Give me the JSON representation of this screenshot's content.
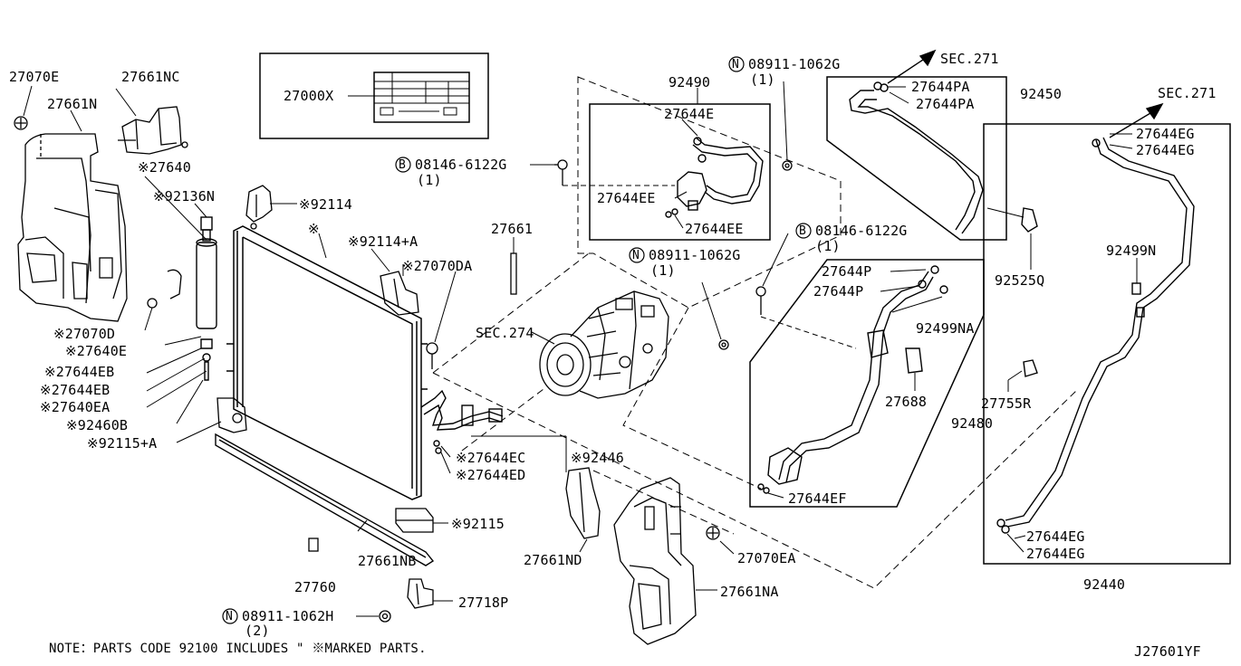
{
  "diagram": {
    "labels": {
      "p27070E": "27070E",
      "p27661N": "27661N",
      "p27661NC": "27661NC",
      "p27640": "※27640",
      "p92136N": "※92136N",
      "p92114": "※92114",
      "p27070D": "※27070D",
      "p27640E": "※27640E",
      "p27644EB_1": "※27644EB",
      "p27644EB_2": "※27644EB",
      "p27640EA": "※27640EA",
      "p92460B": "※92460B",
      "p92115A": "※92115+A",
      "p92114A": "※92114+A",
      "p27070DA": "※27070DA",
      "p27000X": "27000X",
      "p92490": "92490",
      "p27644E": "27644E",
      "p27644EE_1": "27644EE",
      "p27644EE_2": "27644EE",
      "b08146_top": "08146-6122G",
      "b08146_top_qty": "(1)",
      "n08911_top": "08911-1062G",
      "n08911_top_qty": "(1)",
      "p27661": "27661",
      "n08911_mid": "08911-1062G",
      "n08911_mid_qty": "(1)",
      "sec274": "SEC.274",
      "p27644EC": "※27644EC",
      "p92446": "※92446",
      "p27644ED": "※27644ED",
      "p92115": "※92115",
      "p27661NB": "27661NB",
      "p27760": "27760",
      "n08911_bot": "08911-1062H",
      "n08911_bot_qty": "(2)",
      "p27718P": "27718P",
      "p27661ND": "27661ND",
      "p27070EA": "27070EA",
      "p27661NA": "27661NA",
      "sec271_top": "SEC.271",
      "p27644PA_1": "27644PA",
      "p27644PA_2": "27644PA",
      "p92450": "92450",
      "b08146_mid": "08146-6122G",
      "b08146_mid_qty": "(1)",
      "p27644P_1": "27644P",
      "p27644P_2": "27644P",
      "p92499NA": "92499NA",
      "p27688": "27688",
      "p92480": "92480",
      "p27644EF": "27644EF",
      "p92525Q": "92525Q",
      "sec271_right": "SEC.271",
      "p27644EG_1": "27644EG",
      "p27644EG_2": "27644EG",
      "p92499N": "92499N",
      "p27755R": "27755R",
      "p27644EG_3": "27644EG",
      "p27644EG_4": "27644EG",
      "p92440": "92440"
    },
    "circle_letters": {
      "bolt": "B",
      "nut": "N"
    },
    "note": "NOTE：PARTS CODE 92100 INCLUDES \" ※MARKED PARTS.",
    "code": "J27601YF"
  }
}
